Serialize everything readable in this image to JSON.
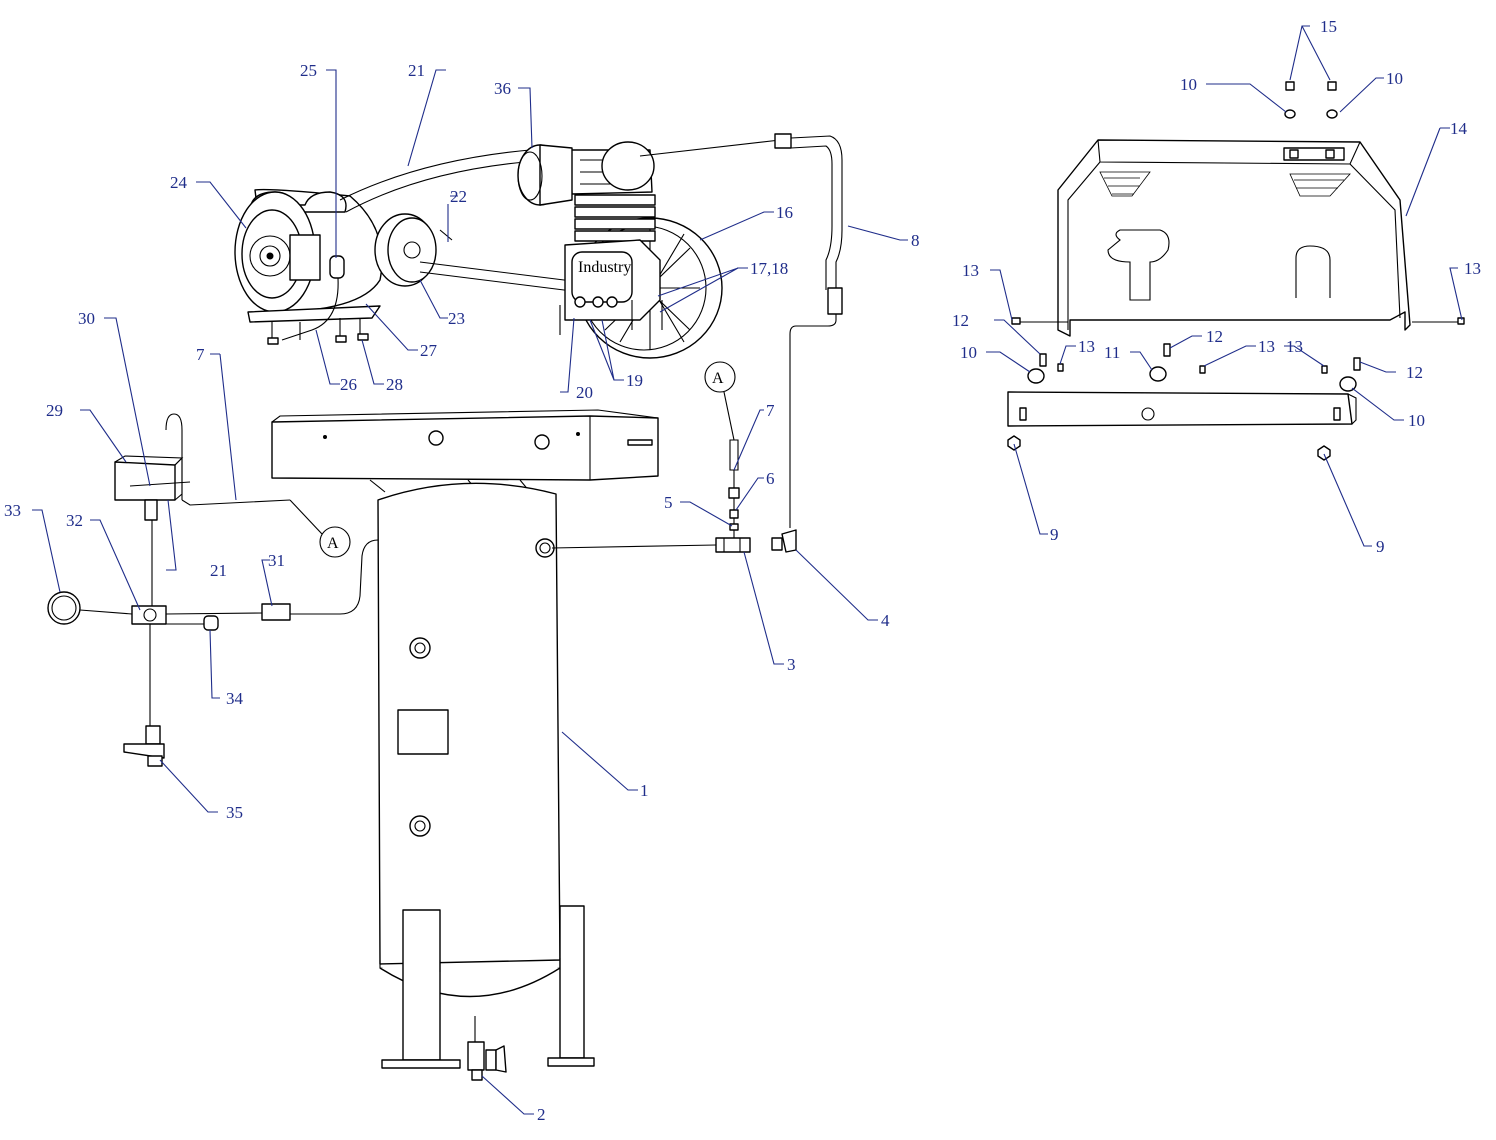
{
  "colors": {
    "callout": "#1f2d8a",
    "line_art": "#000000",
    "background": "#ffffff"
  },
  "callouts": {
    "c1": "1",
    "c2": "2",
    "c3": "3",
    "c4": "4",
    "c5": "5",
    "c6": "6",
    "c7a": "7",
    "c7b": "7",
    "c8": "8",
    "c9a": "9",
    "c9b": "9",
    "c10a": "10",
    "c10b": "10",
    "c10c": "10",
    "c10d": "10",
    "c11": "11",
    "c12a": "12",
    "c12b": "12",
    "c12c": "12",
    "c13a": "13",
    "c13b": "13",
    "c13c": "13",
    "c13d": "13",
    "c13e": "13",
    "c14": "14",
    "c15": "15",
    "c16": "16",
    "c17_18": "17,18",
    "c19": "19",
    "c20": "20",
    "c21a": "21",
    "c21b": "21",
    "c22": "22",
    "c23": "23",
    "c24": "24",
    "c25": "25",
    "c26": "26",
    "c27": "27",
    "c28": "28",
    "c29": "29",
    "c30": "30",
    "c31": "31",
    "c32": "32",
    "c33": "33",
    "c34": "34",
    "c35": "35",
    "c36": "36"
  },
  "connection_markers": {
    "a1": "A",
    "a2": "A"
  },
  "pump_nameplate": "Industry"
}
